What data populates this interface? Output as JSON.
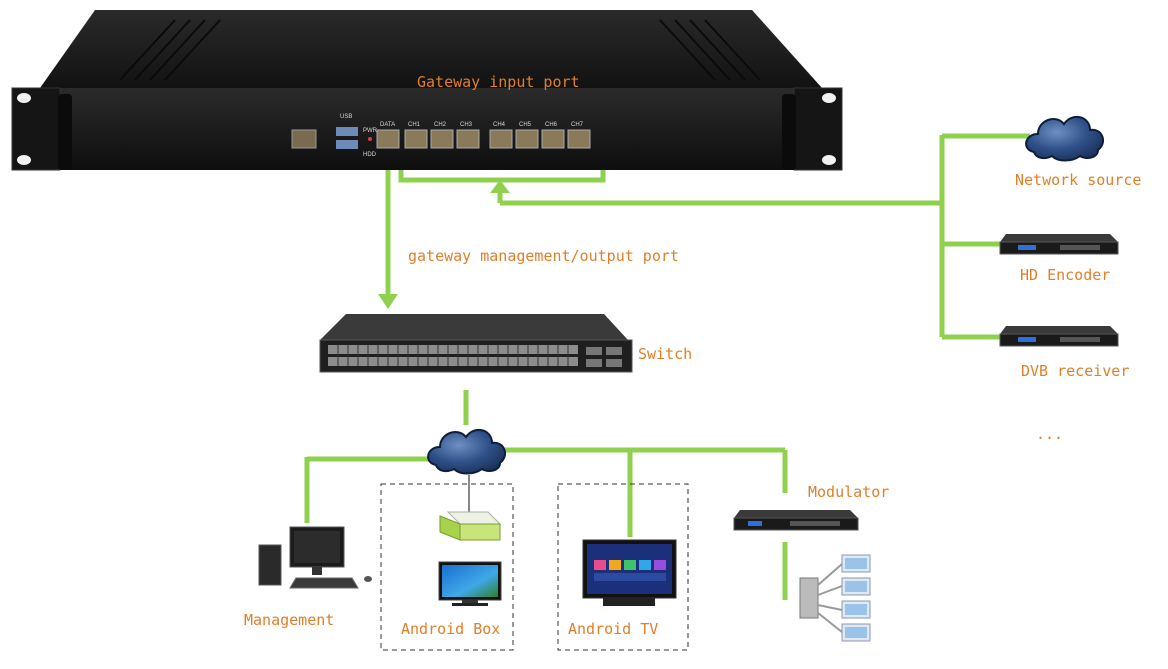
{
  "labels": {
    "gateway_input": "Gateway input port",
    "gateway_mgmt": "gateway management/output port",
    "switch": "Switch",
    "network_source": "Network source",
    "hd_encoder": "HD Encoder",
    "dvb_receiver": "DVB receiver",
    "more": "...",
    "modulator": "Modulator",
    "management": "Management",
    "android_box": "Android Box",
    "android_tv": "Android TV"
  },
  "device_labels": {
    "usb": "USB",
    "pwr": "PWR",
    "hdd": "HDD",
    "data": "DATA",
    "ch1": "CH1",
    "ch2": "CH2",
    "ch3": "CH3",
    "ch4": "CH4",
    "ch5": "CH5",
    "ch6": "CH6",
    "ch7": "CH7"
  },
  "colors": {
    "link": "#8fd14f",
    "label": "#e07f2a",
    "cloud": "#2b4a78",
    "device": "#1c1c1c"
  }
}
